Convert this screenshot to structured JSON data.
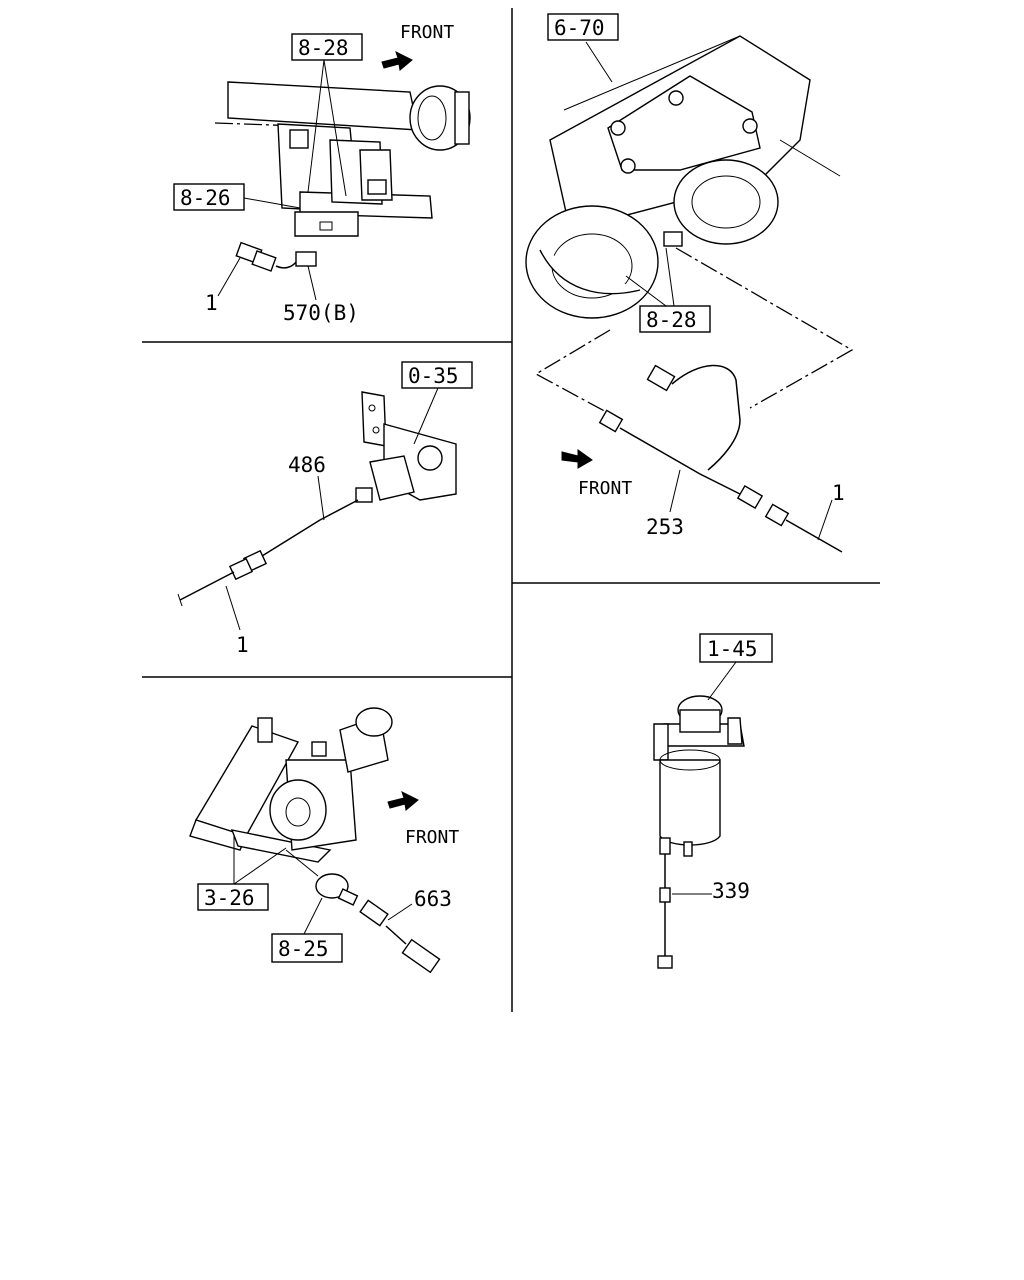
{
  "panels": {
    "top_left": {
      "ref_box_top": "8-28",
      "ref_box_bottom": "8-26",
      "direction": "FRONT",
      "part_a": "1",
      "part_b": "570(B)"
    },
    "mid_left": {
      "ref_box": "0-35",
      "part_a": "486",
      "part_b": "1"
    },
    "bottom_left": {
      "ref_box_a": "3-26",
      "ref_box_b": "8-25",
      "direction": "FRONT",
      "part_a": "663"
    },
    "top_right": {
      "ref_box_top": "6-70",
      "ref_box_mid": "8-28",
      "direction": "FRONT",
      "part_a": "253",
      "part_b": "1"
    },
    "bottom_right": {
      "ref_box": "1-45",
      "part_a": "339"
    }
  }
}
